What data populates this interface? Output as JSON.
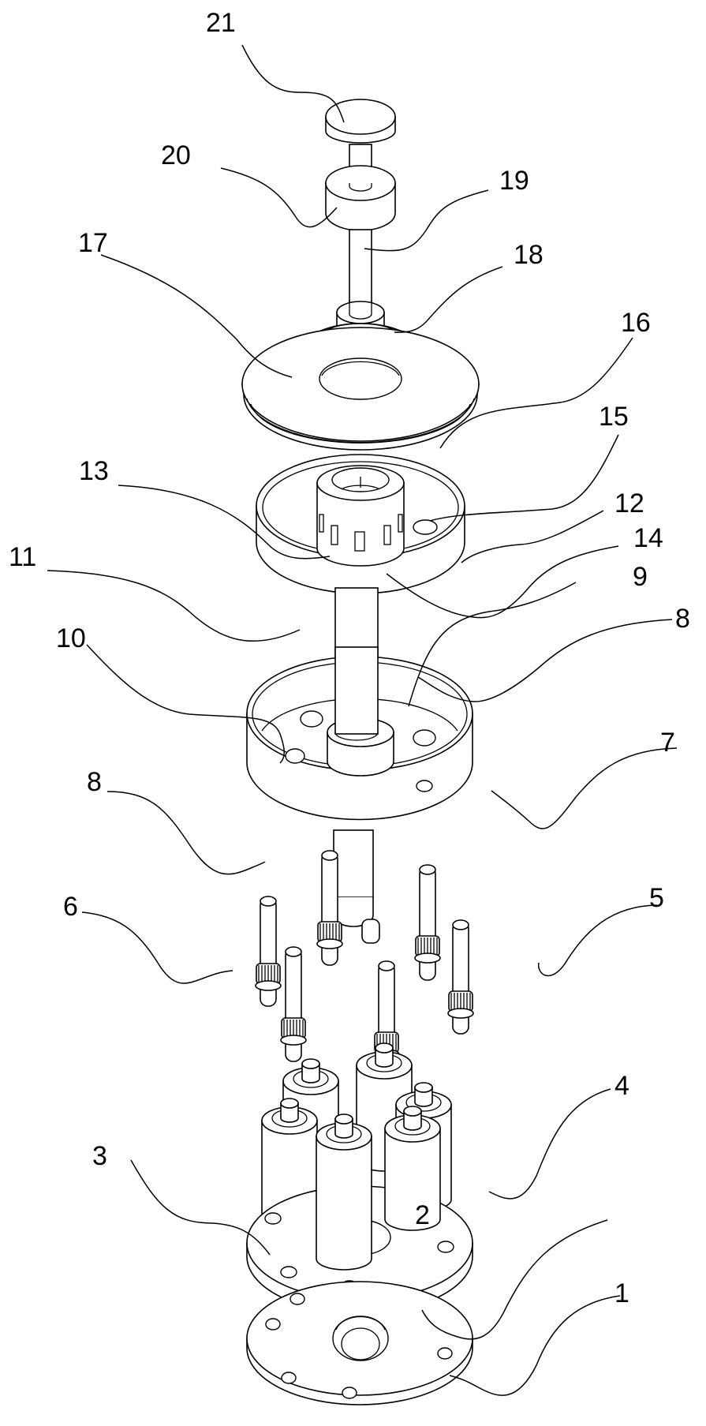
{
  "figure": {
    "type": "exploded-assembly-drawing",
    "background": "#ffffff",
    "line_color": "#000000"
  },
  "labels": [
    {
      "id": "label-21",
      "text": "21",
      "part": "top cap"
    },
    {
      "id": "label-20",
      "text": "20",
      "part": "collar"
    },
    {
      "id": "label-19",
      "text": "19",
      "part": "upper shaft"
    },
    {
      "id": "label-18",
      "text": "18",
      "part": "shaft hub"
    },
    {
      "id": "label-17",
      "text": "17",
      "part": "toothed ring gear"
    },
    {
      "id": "label-16",
      "text": "16",
      "part": "cover disc"
    },
    {
      "id": "label-15",
      "text": "15",
      "part": "hole in tray"
    },
    {
      "id": "label-12",
      "text": "12",
      "part": "tray rim"
    },
    {
      "id": "label-13",
      "text": "13",
      "part": "slotted sleeve"
    },
    {
      "id": "label-14",
      "text": "14",
      "part": "sleeve slot"
    },
    {
      "id": "label-11",
      "text": "11",
      "part": "tray"
    },
    {
      "id": "label-9",
      "text": "9",
      "part": "central shaft"
    },
    {
      "id": "label-8a",
      "text": "8",
      "part": "housing floor"
    },
    {
      "id": "label-10",
      "text": "10",
      "part": "housing hole"
    },
    {
      "id": "label-7",
      "text": "7",
      "part": "cylindrical housing"
    },
    {
      "id": "label-8b",
      "text": "8",
      "part": "lower shaft"
    },
    {
      "id": "label-6",
      "text": "6",
      "part": "gear pin"
    },
    {
      "id": "label-5",
      "text": "5",
      "part": "pin"
    },
    {
      "id": "label-4",
      "text": "4",
      "part": "cylinder"
    },
    {
      "id": "label-3",
      "text": "3",
      "part": "mounting plate"
    },
    {
      "id": "label-2",
      "text": "2",
      "part": "bearing"
    },
    {
      "id": "label-1",
      "text": "1",
      "part": "base flange"
    }
  ]
}
